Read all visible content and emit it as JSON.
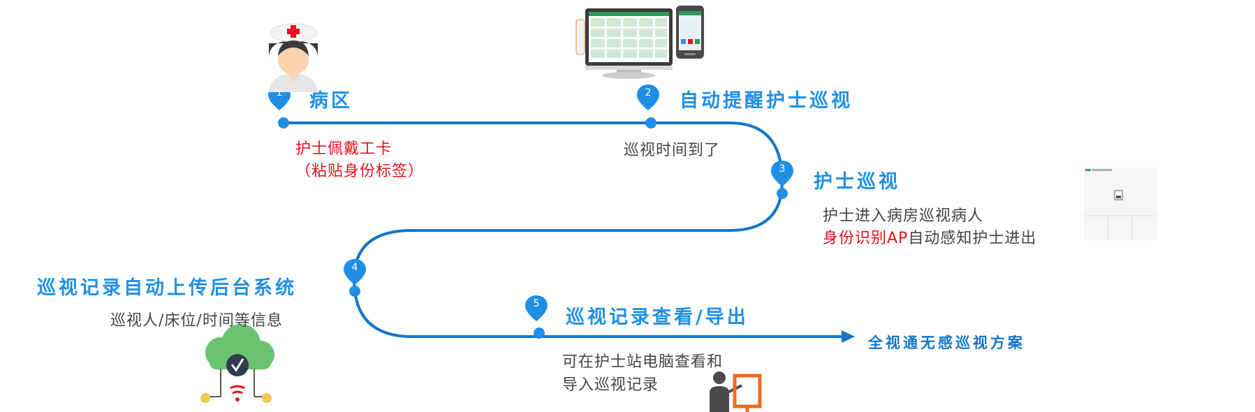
{
  "steps": [
    {
      "number": "1",
      "title": "病区",
      "desc": [
        "护士佩戴工卡",
        "（粘贴身份标签）"
      ]
    },
    {
      "number": "2",
      "title": "自动提醒护士巡视",
      "desc": [
        "巡视时间到了"
      ]
    },
    {
      "number": "3",
      "title": "护士巡视",
      "desc": [
        "护士进入病房巡视病人"
      ],
      "desc_red": "身份识别AP",
      "desc_tail": "自动感知护士进出"
    },
    {
      "number": "4",
      "title": "巡视记录自动上传后台系统",
      "desc": [
        "巡视人/床位/时间等信息"
      ]
    },
    {
      "number": "5",
      "title": "巡视记录查看/导出",
      "desc": [
        "可在护士站电脑查看和",
        "导入巡视记录"
      ]
    }
  ],
  "end_label": "全视通无感巡视方案",
  "icons": [
    "nurse-icon",
    "monitor-terminal-icon",
    "smartphone-icon",
    "ap-device-icon",
    "cloud-upload-icon",
    "presenter-icon"
  ],
  "colors": {
    "path": "#1576c9",
    "title": "#1f8fe6",
    "highlight": "#e8121b",
    "pin": "#1f8fe6",
    "cloud": "#6cc36f",
    "presenter": "#f06a1e"
  }
}
